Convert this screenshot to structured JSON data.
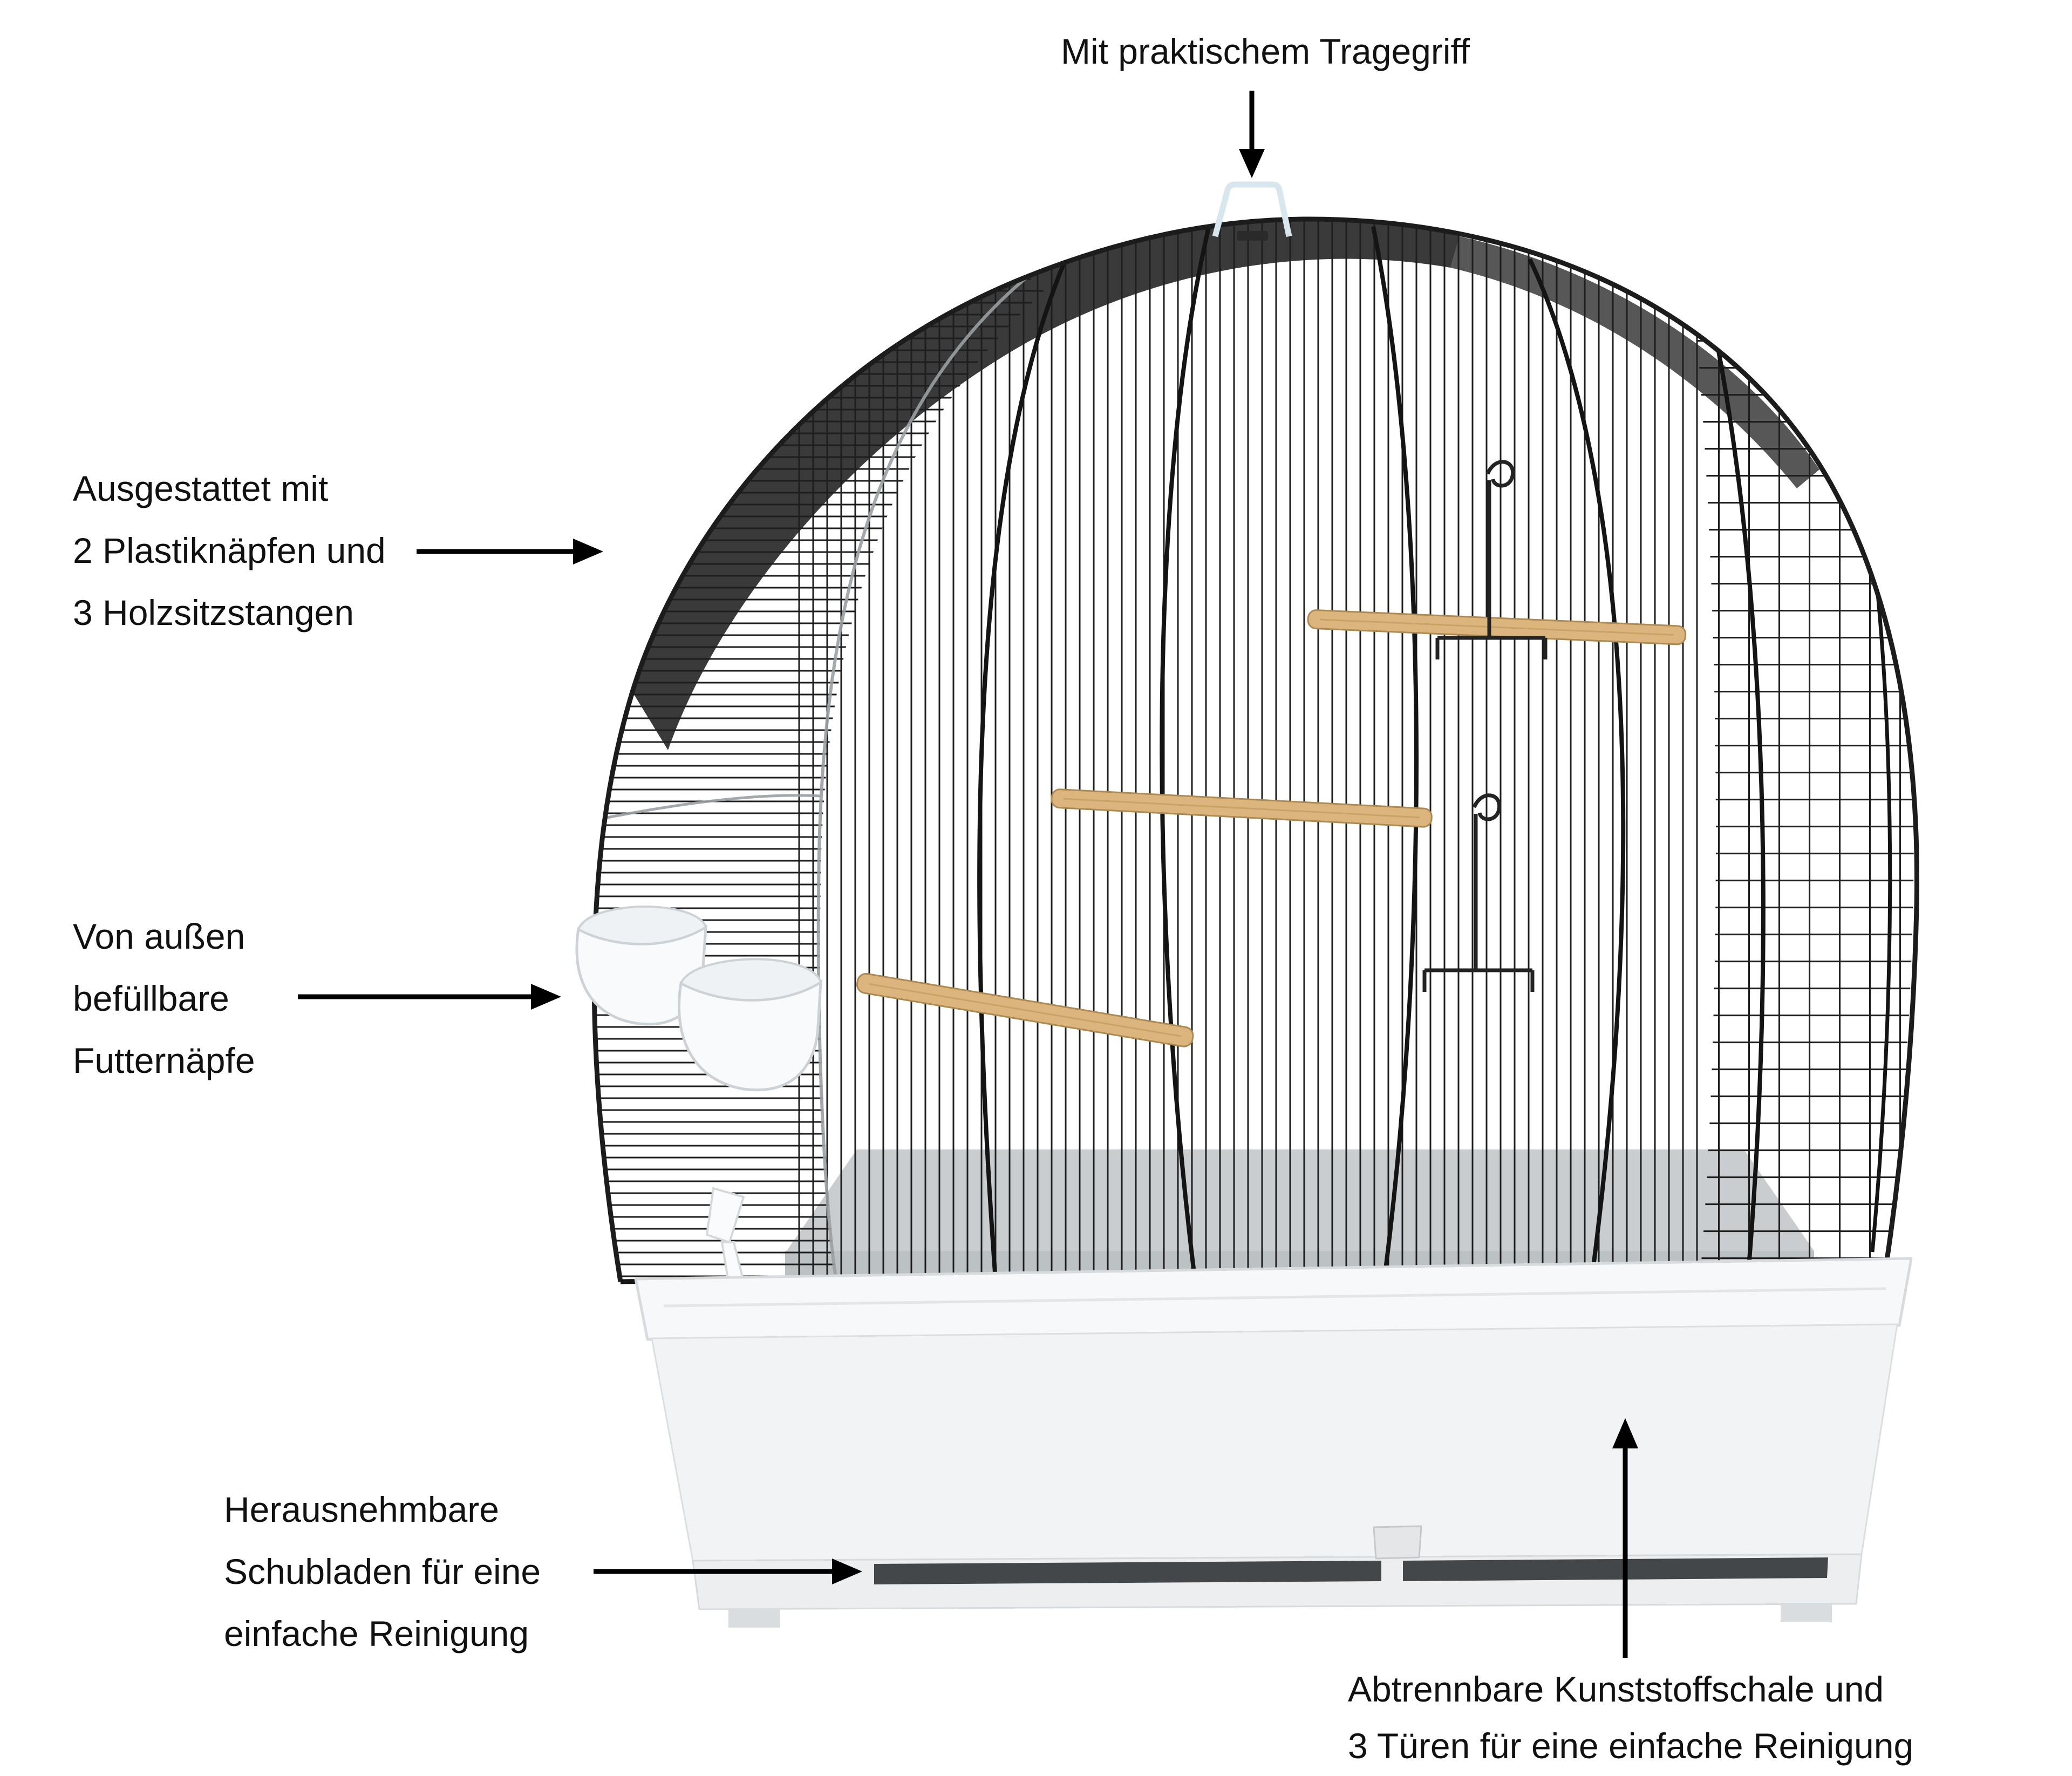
{
  "colors": {
    "background": "#ffffff",
    "text": "#111111",
    "arrow": "#000000",
    "wire": "#1c1c1c",
    "tray_rim": "#f7f8f9",
    "tray_body": "#f2f3f4",
    "drawer_band": "#eceef0",
    "drawer_slot": "#43474a",
    "floor": "#c9cdd0",
    "floor_edge": "#bcc1c4",
    "perch": "#dcb47e",
    "cup": "#f8fafb",
    "cup_rim": "#eef2f4",
    "handle": "#d8e6ed"
  },
  "annotations": {
    "carry_handle": {
      "text": "Mit praktischem Tragegriff"
    },
    "equipment": {
      "lines": [
        "Ausgestattet mit",
        "2 Plastiknäpfen und",
        "3 Holzsitzstangen"
      ]
    },
    "feeders": {
      "lines": [
        "Von außen",
        "befüllbare",
        "Futternäpfe"
      ]
    },
    "drawers": {
      "lines": [
        "Herausnehmbare",
        "Schubladen für eine",
        "einfache Reinigung"
      ]
    },
    "base_tray": {
      "lines": [
        "Abtrennbare Kunststoffschale und",
        "3 Türen für eine einfache Reinigung"
      ]
    }
  }
}
